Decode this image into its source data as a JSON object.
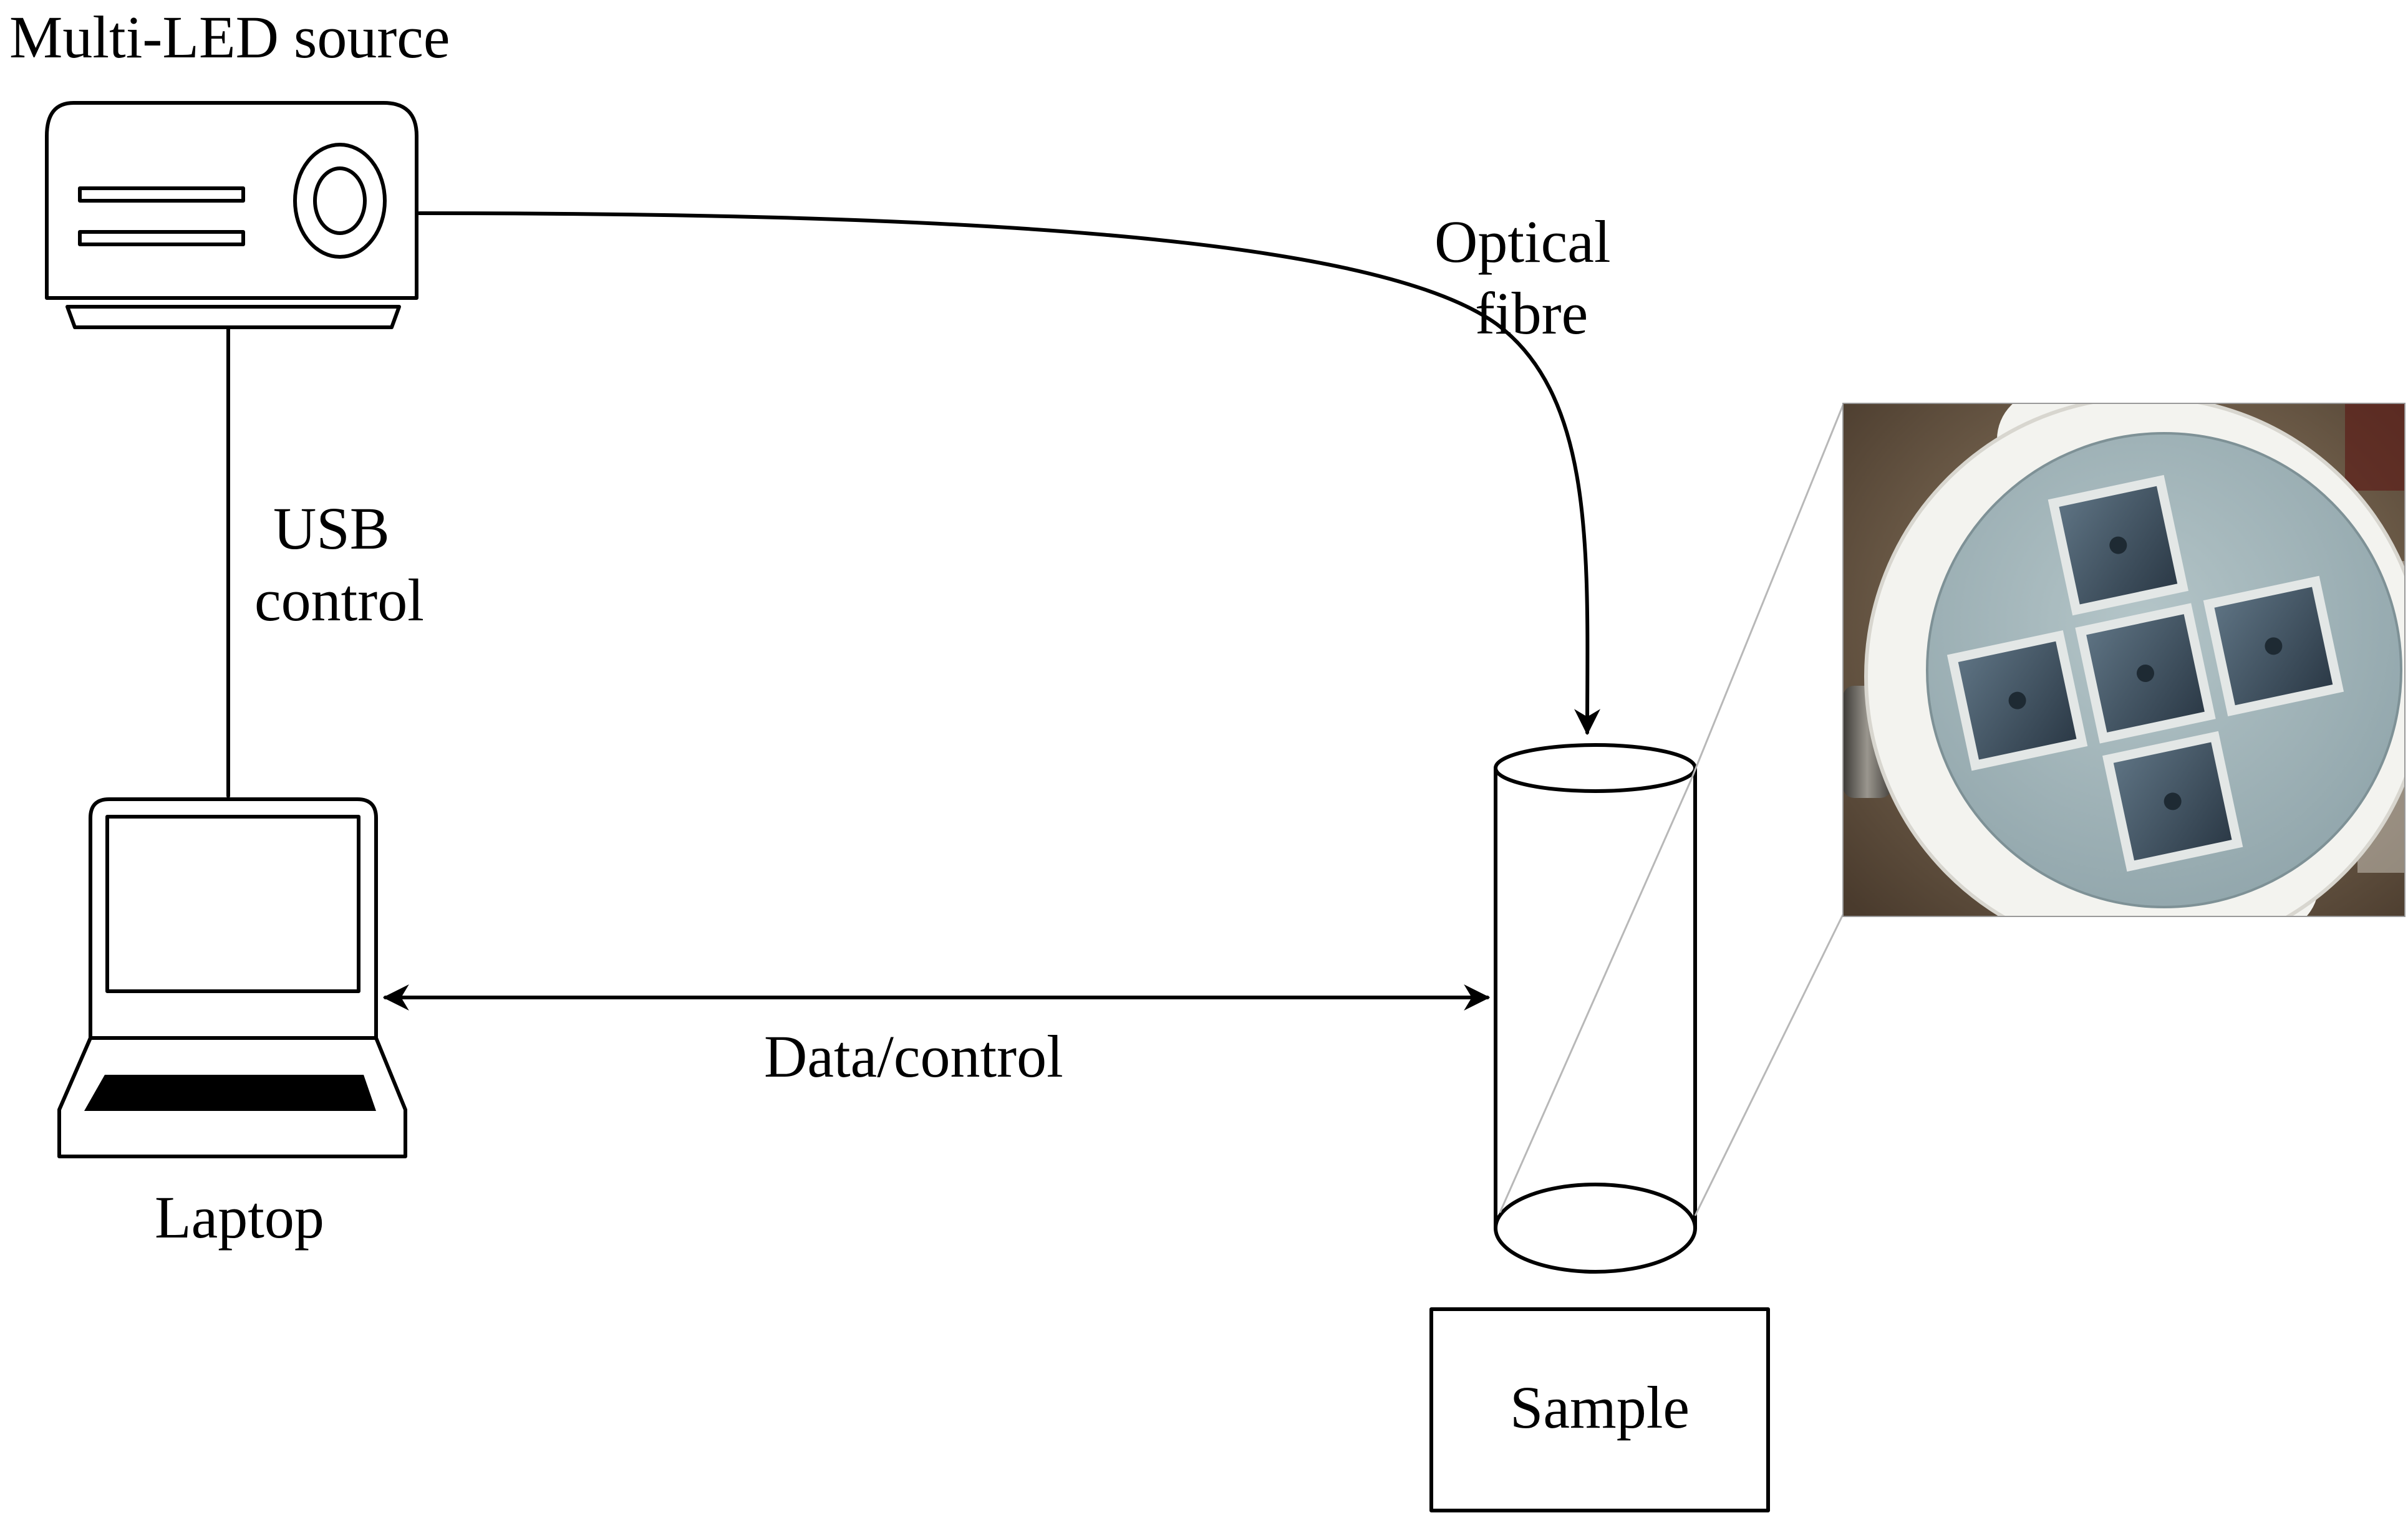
{
  "labels": {
    "source": "Multi-LED source",
    "fibre_line1": "Optical",
    "fibre_line2": "fibre",
    "usb_line1": "USB",
    "usb_line2": "control",
    "laptop": "Laptop",
    "data_link": "Data/control",
    "sample": "Sample"
  },
  "colors": {
    "line": "#000000",
    "photo_background": "#6f5a44",
    "led_holder": "#f3f3ef",
    "led_board": "#9db0b5",
    "led_chip": "#3c4e5e"
  },
  "icons": {
    "source": "projector-led-source-icon",
    "laptop": "laptop-icon",
    "probe": "cylinder-probe-icon",
    "photo": "led-array-photo"
  }
}
